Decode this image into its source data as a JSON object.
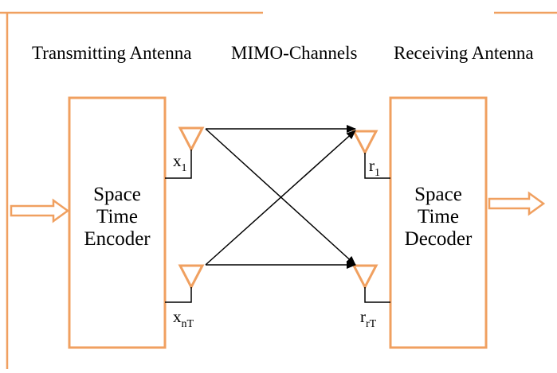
{
  "headers": {
    "transmitting": "Transmitting Antenna",
    "channels": "MIMO-Channels",
    "receiving": "Receiving Antenna"
  },
  "encoder": {
    "line1": "Space",
    "line2": "Time",
    "line3": "Encoder"
  },
  "decoder": {
    "line1": "Space",
    "line2": "Time",
    "line3": "Decoder"
  },
  "tx_labels": [
    {
      "base": "x",
      "sub": "1"
    },
    {
      "base": "x",
      "sub": "nT"
    }
  ],
  "rx_labels": [
    {
      "base": "r",
      "sub": "1"
    },
    {
      "base": "r",
      "sub": "rT"
    }
  ],
  "colors": {
    "frame": "#f0a060",
    "block": "#f0a060",
    "lines": "#000000"
  }
}
